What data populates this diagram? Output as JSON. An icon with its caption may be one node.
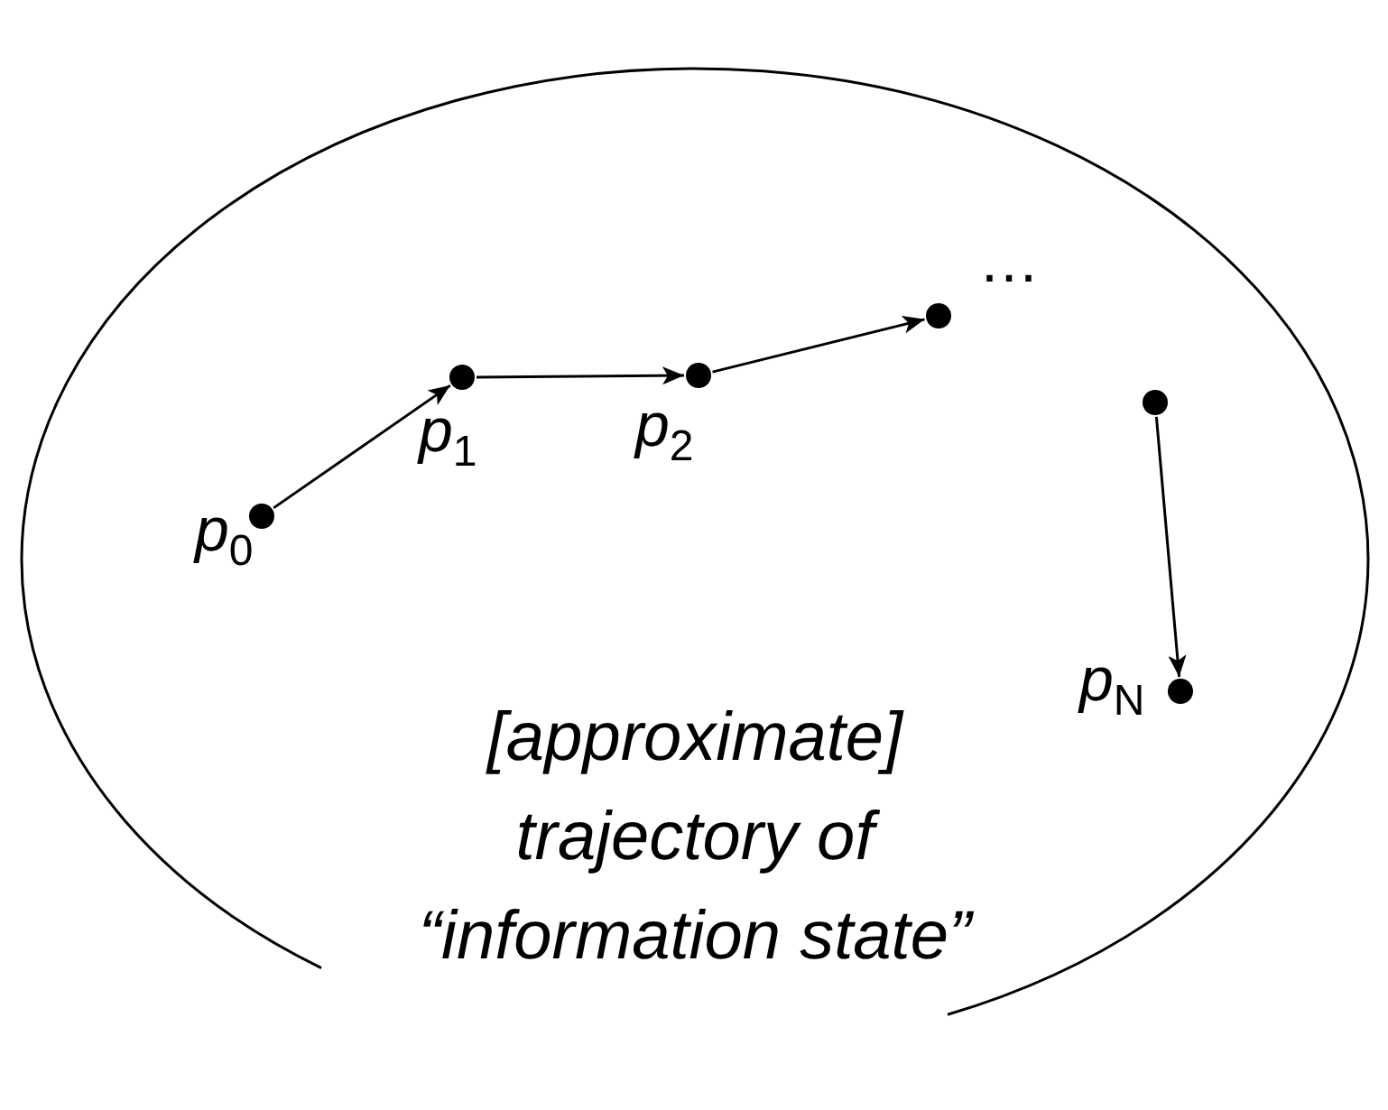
{
  "diagram": {
    "nodes": [
      {
        "text": [],
        "shape": "ellipse"
      },
      {
        "text": [],
        "shape": "dot",
        "in": 0,
        "beside": [
          "*p*$_{0}$"
        ]
      },
      {
        "text": [],
        "shape": "dot",
        "in": 0,
        "beside": [
          "*p*$_{1}$"
        ]
      },
      {
        "text": [],
        "shape": "dot",
        "in": 0,
        "beside": [
          "*p*$_{2}$"
        ]
      },
      {
        "text": [],
        "shape": "dot",
        "in": 0
      },
      {
        "text": [],
        "shape": "dot",
        "in": 0
      },
      {
        "text": [],
        "shape": "dot",
        "in": 0,
        "beside": [
          "*p*$_{N}$"
        ]
      }
    ],
    "edges": [
      {
        "from": 1,
        "to": 2,
        "arrow": "to"
      },
      {
        "from": 2,
        "to": 3,
        "arrow": "to"
      },
      {
        "from": 3,
        "to": 4,
        "arrow": "to"
      },
      {
        "from": 5,
        "to": 6,
        "arrow": "to"
      }
    ],
    "labels": [
      "…",
      "[approximate] trajectory of “information state”"
    ]
  }
}
